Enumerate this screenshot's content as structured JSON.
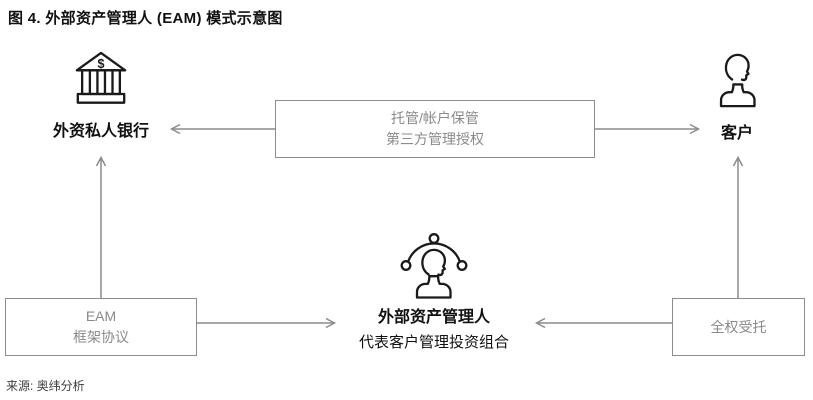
{
  "title": "图 4. 外部资产管理人 (EAM) 模式示意图",
  "source": "来源: 奥纬分析",
  "colors": {
    "icon_black": "#1a1a1a",
    "label_black": "#111111",
    "connector_gray": "#8c8c8c",
    "box_text_gray": "#8a8a8a"
  },
  "nodes": {
    "bank": {
      "label": "外资私人银行",
      "icon": "bank-icon"
    },
    "client": {
      "label": "客户",
      "icon": "person-icon"
    },
    "eam": {
      "label": "外部资产管理人",
      "sublabel": "代表客户管理投资组合",
      "icon": "person-network-icon"
    }
  },
  "boxes": {
    "custody": {
      "line1": "托管/帐户保管",
      "line2": "第三方管理授权"
    },
    "framework": {
      "line1": "EAM",
      "line2": "框架协议"
    },
    "mandate": {
      "line1": "全权受托"
    }
  },
  "connectors": [
    {
      "from": "custody-box",
      "to": "bank",
      "direction": "left"
    },
    {
      "from": "custody-box",
      "to": "client",
      "direction": "right"
    },
    {
      "from": "framework-box",
      "to": "bank",
      "direction": "up"
    },
    {
      "from": "framework-box",
      "to": "eam",
      "direction": "right"
    },
    {
      "from": "mandate-box",
      "to": "client",
      "direction": "up"
    },
    {
      "from": "mandate-box",
      "to": "eam",
      "direction": "left"
    }
  ]
}
